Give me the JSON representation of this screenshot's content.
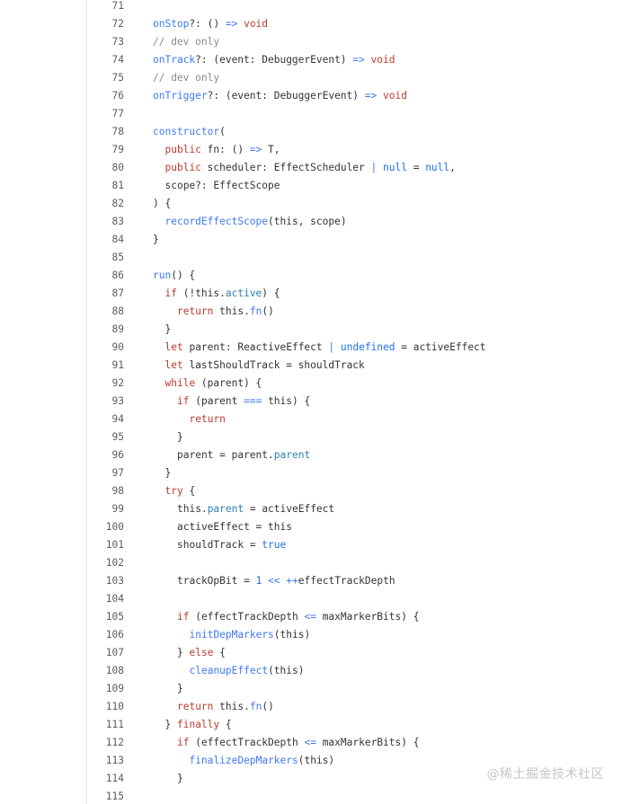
{
  "watermark": "@稀土掘金技术社区",
  "colors": {
    "keyword": "#a626a4",
    "control_keyword": "#c0392b",
    "function": "#4078f2",
    "property": "#2c7fb8",
    "comment": "#8a8a8a",
    "literal": "#1f6feb",
    "text": "#333333",
    "line_number": "#5c5c5c"
  },
  "lines": [
    {
      "n": "71",
      "indent": 0,
      "tokens": []
    },
    {
      "n": "72",
      "indent": 0,
      "tokens": [
        {
          "t": "onStop",
          "c": "fn"
        },
        {
          "t": "?: () ",
          "c": "ty"
        },
        {
          "t": "=>",
          "c": "op"
        },
        {
          "t": " ",
          "c": "ty"
        },
        {
          "t": "void",
          "c": "kw2"
        }
      ]
    },
    {
      "n": "73",
      "indent": 0,
      "tokens": [
        {
          "t": "// dev only",
          "c": "cm"
        }
      ]
    },
    {
      "n": "74",
      "indent": 0,
      "tokens": [
        {
          "t": "onTrack",
          "c": "fn"
        },
        {
          "t": "?: (event: DebuggerEvent) ",
          "c": "ty"
        },
        {
          "t": "=>",
          "c": "op"
        },
        {
          "t": " ",
          "c": "ty"
        },
        {
          "t": "void",
          "c": "kw2"
        }
      ]
    },
    {
      "n": "75",
      "indent": 0,
      "tokens": [
        {
          "t": "// dev only",
          "c": "cm"
        }
      ]
    },
    {
      "n": "76",
      "indent": 0,
      "tokens": [
        {
          "t": "onTrigger",
          "c": "fn"
        },
        {
          "t": "?: (event: DebuggerEvent) ",
          "c": "ty"
        },
        {
          "t": "=>",
          "c": "op"
        },
        {
          "t": " ",
          "c": "ty"
        },
        {
          "t": "void",
          "c": "kw2"
        }
      ]
    },
    {
      "n": "77",
      "indent": 0,
      "tokens": []
    },
    {
      "n": "78",
      "indent": 0,
      "tokens": [
        {
          "t": "constructor",
          "c": "fn"
        },
        {
          "t": "(",
          "c": "ty"
        }
      ]
    },
    {
      "n": "79",
      "indent": 1,
      "tokens": [
        {
          "t": "public",
          "c": "kw2"
        },
        {
          "t": " fn: () ",
          "c": "ty"
        },
        {
          "t": "=>",
          "c": "op"
        },
        {
          "t": " T,",
          "c": "ty"
        }
      ]
    },
    {
      "n": "80",
      "indent": 1,
      "tokens": [
        {
          "t": "public",
          "c": "kw2"
        },
        {
          "t": " scheduler: EffectScheduler ",
          "c": "ty"
        },
        {
          "t": "|",
          "c": "op"
        },
        {
          "t": " ",
          "c": "ty"
        },
        {
          "t": "null",
          "c": "lit"
        },
        {
          "t": " = ",
          "c": "ty"
        },
        {
          "t": "null",
          "c": "lit"
        },
        {
          "t": ",",
          "c": "ty"
        }
      ]
    },
    {
      "n": "81",
      "indent": 1,
      "tokens": [
        {
          "t": "scope?: EffectScope",
          "c": "ty"
        }
      ]
    },
    {
      "n": "82",
      "indent": 0,
      "tokens": [
        {
          "t": ") {",
          "c": "ty"
        }
      ]
    },
    {
      "n": "83",
      "indent": 1,
      "tokens": [
        {
          "t": "recordEffectScope",
          "c": "fn"
        },
        {
          "t": "(this, scope)",
          "c": "ty"
        }
      ]
    },
    {
      "n": "84",
      "indent": 0,
      "tokens": [
        {
          "t": "}",
          "c": "ty"
        }
      ]
    },
    {
      "n": "85",
      "indent": 0,
      "tokens": []
    },
    {
      "n": "86",
      "indent": 0,
      "tokens": [
        {
          "t": "run",
          "c": "fn"
        },
        {
          "t": "() {",
          "c": "ty"
        }
      ]
    },
    {
      "n": "87",
      "indent": 1,
      "tokens": [
        {
          "t": "if",
          "c": "kw2"
        },
        {
          "t": " (!this.",
          "c": "ty"
        },
        {
          "t": "active",
          "c": "prop"
        },
        {
          "t": ") {",
          "c": "ty"
        }
      ]
    },
    {
      "n": "88",
      "indent": 2,
      "tokens": [
        {
          "t": "return",
          "c": "kw2"
        },
        {
          "t": " this.",
          "c": "ty"
        },
        {
          "t": "fn",
          "c": "fn"
        },
        {
          "t": "()",
          "c": "ty"
        }
      ]
    },
    {
      "n": "89",
      "indent": 1,
      "tokens": [
        {
          "t": "}",
          "c": "ty"
        }
      ]
    },
    {
      "n": "90",
      "indent": 1,
      "tokens": [
        {
          "t": "let",
          "c": "kw2"
        },
        {
          "t": " parent: ReactiveEffect ",
          "c": "ty"
        },
        {
          "t": "|",
          "c": "op"
        },
        {
          "t": " ",
          "c": "ty"
        },
        {
          "t": "undefined",
          "c": "lit"
        },
        {
          "t": " = activeEffect",
          "c": "ty"
        }
      ]
    },
    {
      "n": "91",
      "indent": 1,
      "tokens": [
        {
          "t": "let",
          "c": "kw2"
        },
        {
          "t": " lastShouldTrack = shouldTrack",
          "c": "ty"
        }
      ]
    },
    {
      "n": "92",
      "indent": 1,
      "tokens": [
        {
          "t": "while",
          "c": "kw2"
        },
        {
          "t": " (parent) {",
          "c": "ty"
        }
      ]
    },
    {
      "n": "93",
      "indent": 2,
      "tokens": [
        {
          "t": "if",
          "c": "kw2"
        },
        {
          "t": " (parent ",
          "c": "ty"
        },
        {
          "t": "===",
          "c": "op"
        },
        {
          "t": " this) {",
          "c": "ty"
        }
      ]
    },
    {
      "n": "94",
      "indent": 3,
      "tokens": [
        {
          "t": "return",
          "c": "kw2"
        }
      ]
    },
    {
      "n": "95",
      "indent": 2,
      "tokens": [
        {
          "t": "}",
          "c": "ty"
        }
      ]
    },
    {
      "n": "96",
      "indent": 2,
      "tokens": [
        {
          "t": "parent = parent.",
          "c": "ty"
        },
        {
          "t": "parent",
          "c": "prop"
        }
      ]
    },
    {
      "n": "97",
      "indent": 1,
      "tokens": [
        {
          "t": "}",
          "c": "ty"
        }
      ]
    },
    {
      "n": "98",
      "indent": 1,
      "tokens": [
        {
          "t": "try",
          "c": "kw2"
        },
        {
          "t": " {",
          "c": "ty"
        }
      ]
    },
    {
      "n": "99",
      "indent": 2,
      "tokens": [
        {
          "t": "this.",
          "c": "ty"
        },
        {
          "t": "parent",
          "c": "prop"
        },
        {
          "t": " = activeEffect",
          "c": "ty"
        }
      ]
    },
    {
      "n": "100",
      "indent": 2,
      "tokens": [
        {
          "t": "activeEffect = this",
          "c": "ty"
        }
      ]
    },
    {
      "n": "101",
      "indent": 2,
      "tokens": [
        {
          "t": "shouldTrack = ",
          "c": "ty"
        },
        {
          "t": "true",
          "c": "lit"
        }
      ]
    },
    {
      "n": "102",
      "indent": 0,
      "tokens": []
    },
    {
      "n": "103",
      "indent": 2,
      "tokens": [
        {
          "t": "trackOpBit = ",
          "c": "ty"
        },
        {
          "t": "1",
          "c": "lit"
        },
        {
          "t": " ",
          "c": "ty"
        },
        {
          "t": "<<",
          "c": "op"
        },
        {
          "t": " ",
          "c": "ty"
        },
        {
          "t": "++",
          "c": "op"
        },
        {
          "t": "effectTrackDepth",
          "c": "ty"
        }
      ]
    },
    {
      "n": "104",
      "indent": 0,
      "tokens": []
    },
    {
      "n": "105",
      "indent": 2,
      "tokens": [
        {
          "t": "if",
          "c": "kw2"
        },
        {
          "t": " (effectTrackDepth ",
          "c": "ty"
        },
        {
          "t": "<=",
          "c": "op"
        },
        {
          "t": " maxMarkerBits) {",
          "c": "ty"
        }
      ]
    },
    {
      "n": "106",
      "indent": 3,
      "tokens": [
        {
          "t": "initDepMarkers",
          "c": "fn"
        },
        {
          "t": "(this)",
          "c": "ty"
        }
      ]
    },
    {
      "n": "107",
      "indent": 2,
      "tokens": [
        {
          "t": "} ",
          "c": "ty"
        },
        {
          "t": "else",
          "c": "kw2"
        },
        {
          "t": " {",
          "c": "ty"
        }
      ]
    },
    {
      "n": "108",
      "indent": 3,
      "tokens": [
        {
          "t": "cleanupEffect",
          "c": "fn"
        },
        {
          "t": "(this)",
          "c": "ty"
        }
      ]
    },
    {
      "n": "109",
      "indent": 2,
      "tokens": [
        {
          "t": "}",
          "c": "ty"
        }
      ]
    },
    {
      "n": "110",
      "indent": 2,
      "tokens": [
        {
          "t": "return",
          "c": "kw2"
        },
        {
          "t": " this.",
          "c": "ty"
        },
        {
          "t": "fn",
          "c": "fn"
        },
        {
          "t": "()",
          "c": "ty"
        }
      ]
    },
    {
      "n": "111",
      "indent": 1,
      "tokens": [
        {
          "t": "} ",
          "c": "ty"
        },
        {
          "t": "finally",
          "c": "kw2"
        },
        {
          "t": " {",
          "c": "ty"
        }
      ]
    },
    {
      "n": "112",
      "indent": 2,
      "tokens": [
        {
          "t": "if",
          "c": "kw2"
        },
        {
          "t": " (effectTrackDepth ",
          "c": "ty"
        },
        {
          "t": "<=",
          "c": "op"
        },
        {
          "t": " maxMarkerBits) {",
          "c": "ty"
        }
      ]
    },
    {
      "n": "113",
      "indent": 3,
      "tokens": [
        {
          "t": "finalizeDepMarkers",
          "c": "fn"
        },
        {
          "t": "(this)",
          "c": "ty"
        }
      ]
    },
    {
      "n": "114",
      "indent": 2,
      "tokens": [
        {
          "t": "}",
          "c": "ty"
        }
      ]
    },
    {
      "n": "115",
      "indent": 0,
      "tokens": []
    }
  ]
}
